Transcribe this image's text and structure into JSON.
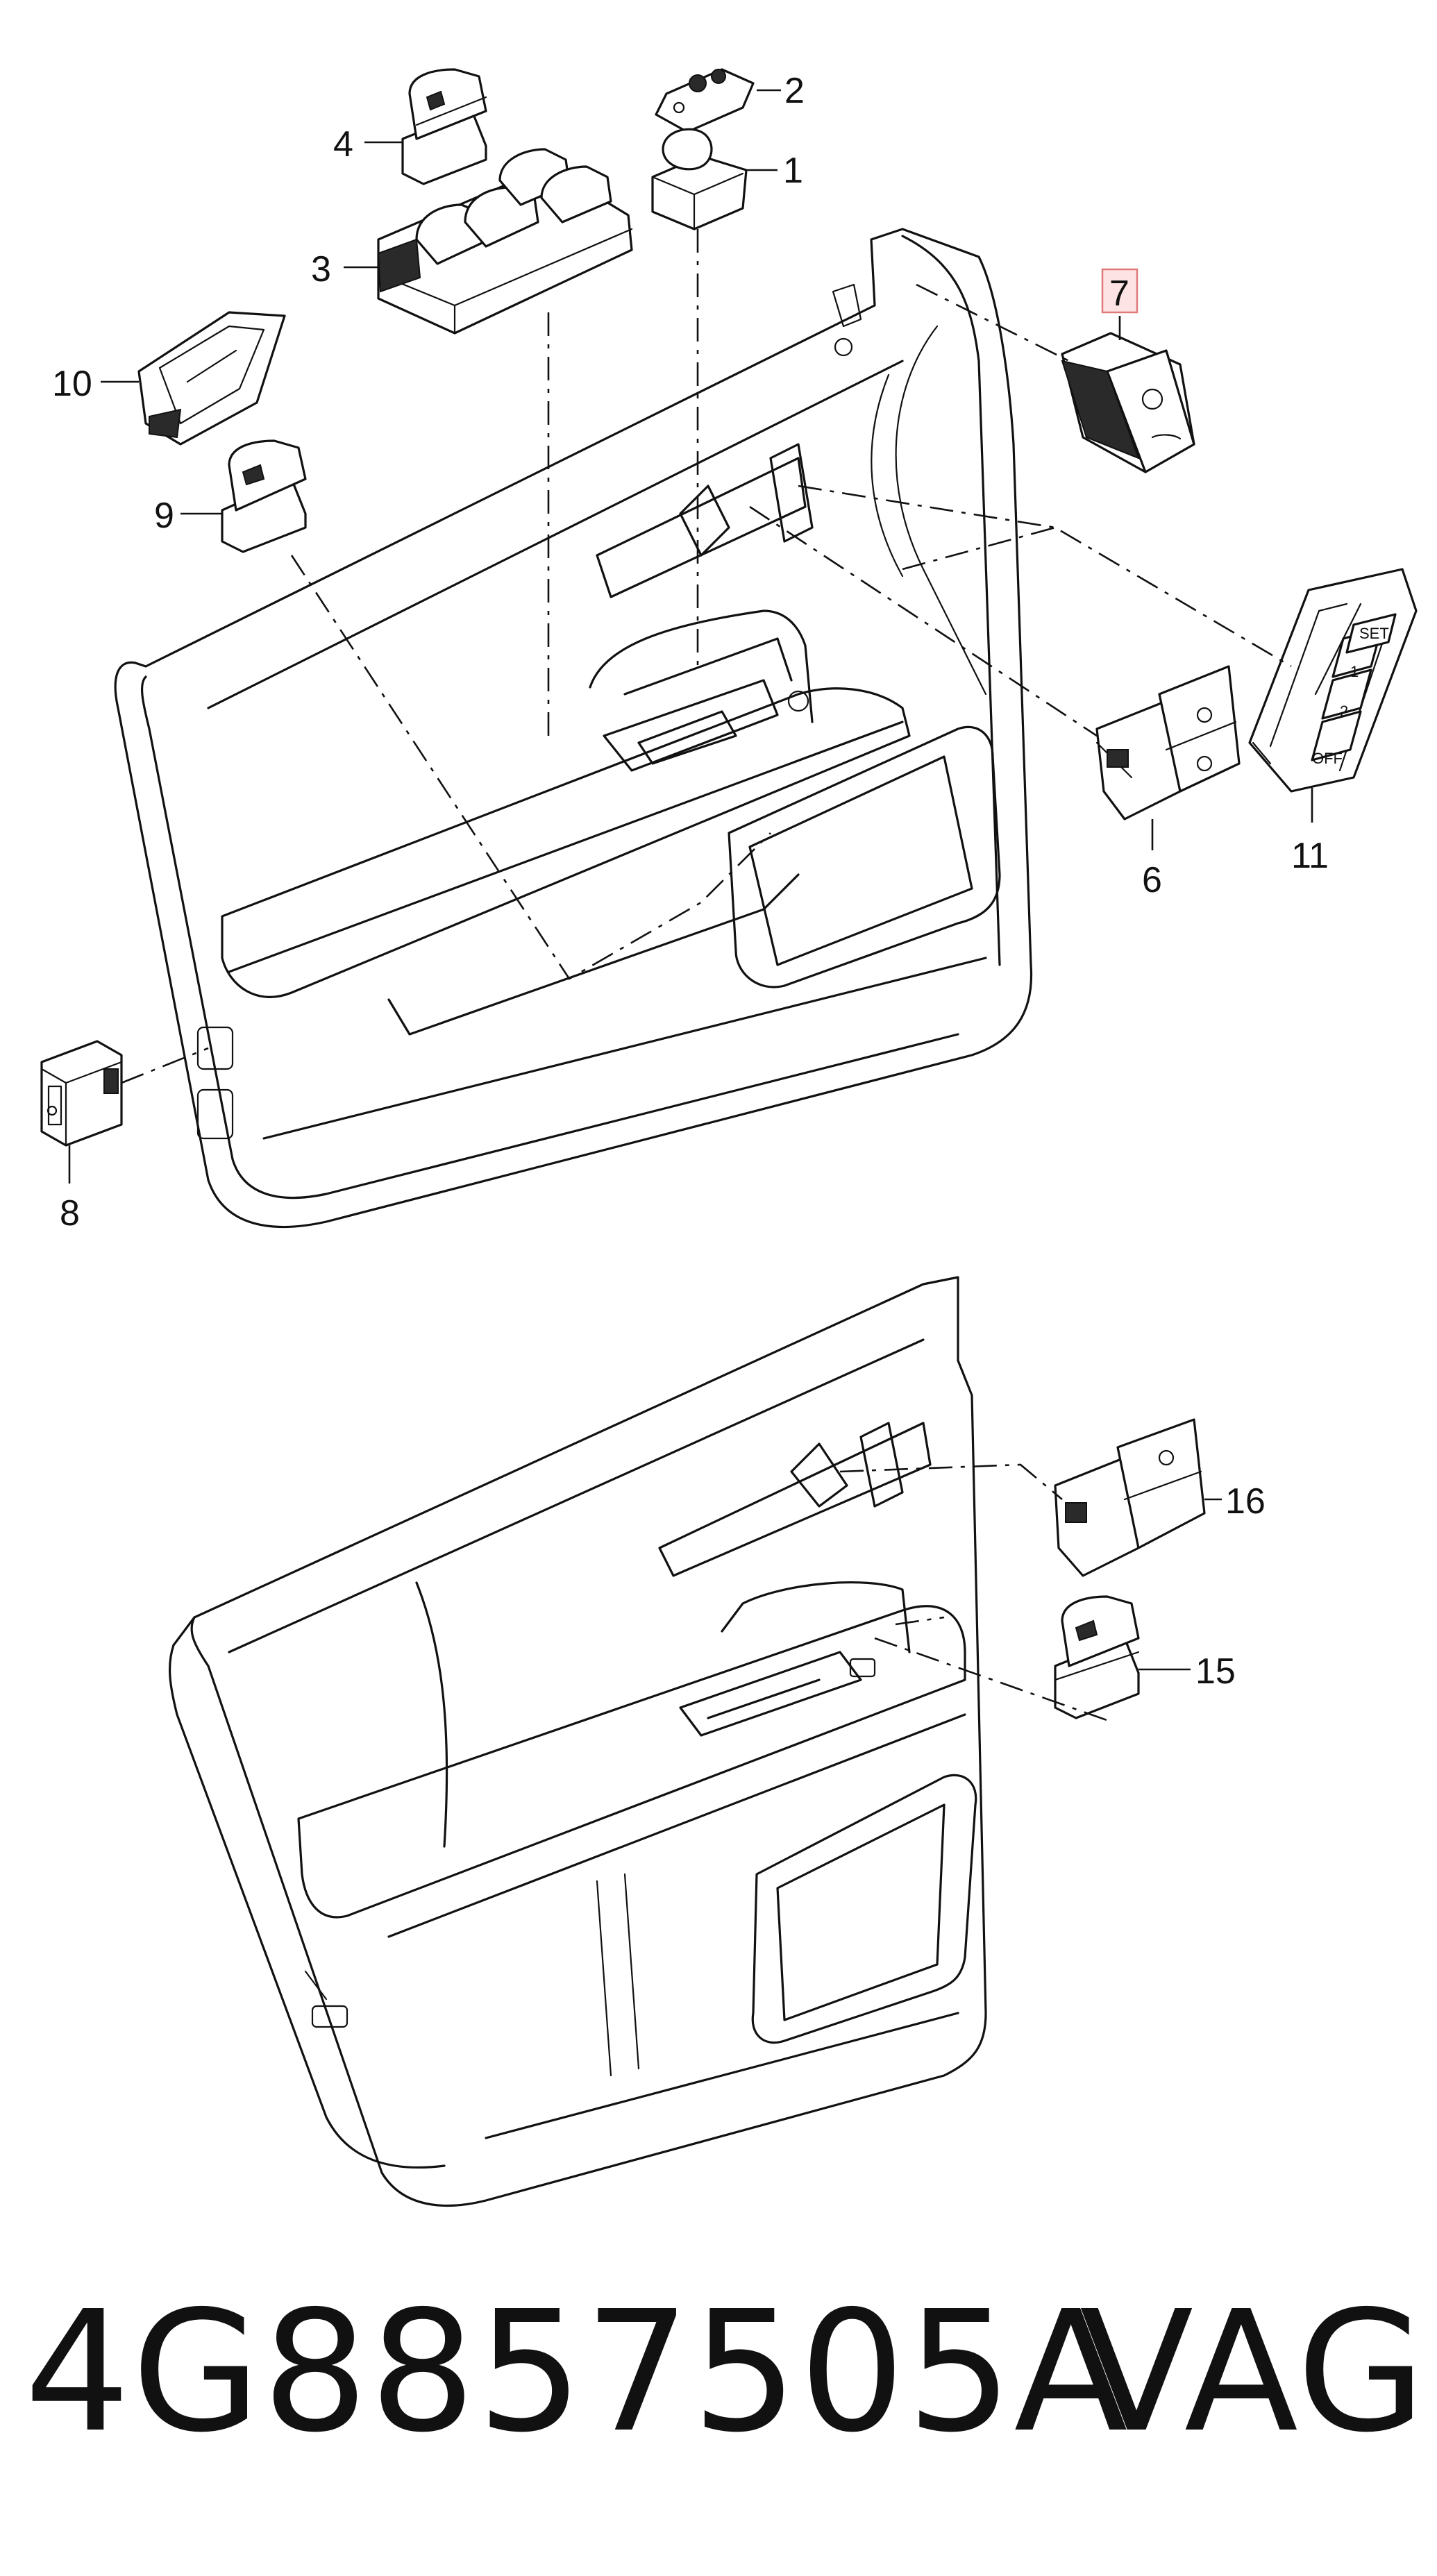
{
  "callouts": [
    "1",
    "2",
    "3",
    "4",
    "6",
    "7",
    "8",
    "9",
    "10",
    "11",
    "15",
    "16"
  ],
  "highlighted_callout": "7",
  "switch_labels": {
    "set": "SET",
    "one": "1",
    "two": "2",
    "off": "OFF"
  },
  "part_number": "4G8857505A",
  "brand": "VAG",
  "colors": {
    "line": "#111111",
    "highlight_fill": "#fde3e3",
    "highlight_stroke": "#e07a7a"
  }
}
